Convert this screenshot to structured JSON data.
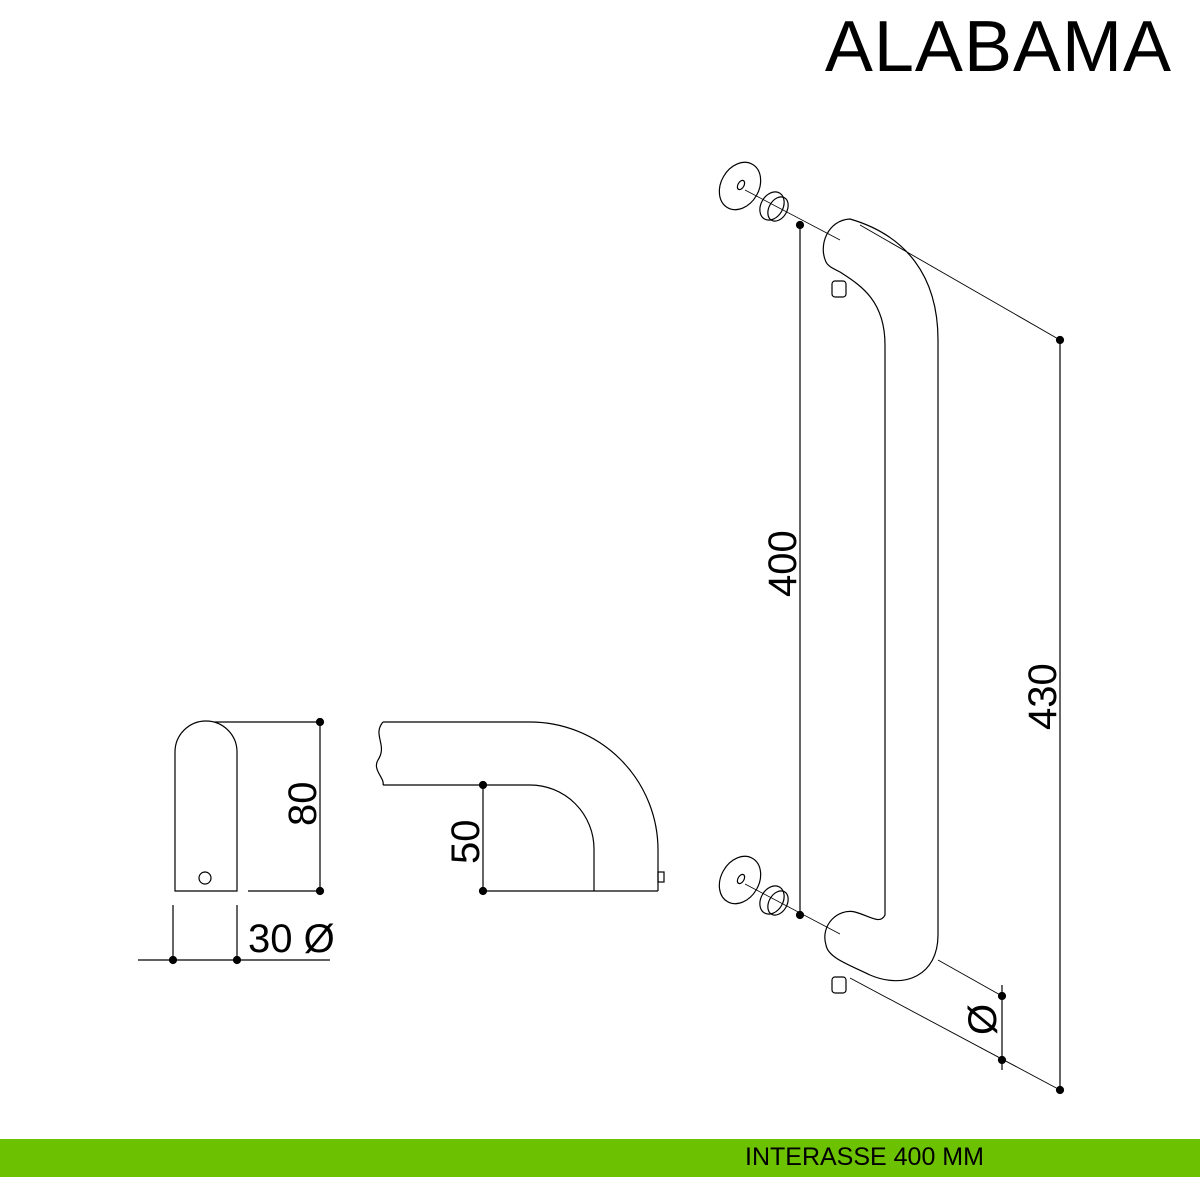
{
  "title": "ALABAMA",
  "footer": "INTERASSE 400 MM",
  "accent_color": "#6cc200",
  "dimensions": {
    "height_80": "80",
    "diameter_30": "30 Ø",
    "depth_50": "50",
    "center_400": "400",
    "total_430": "430",
    "diameter": "Ø"
  }
}
